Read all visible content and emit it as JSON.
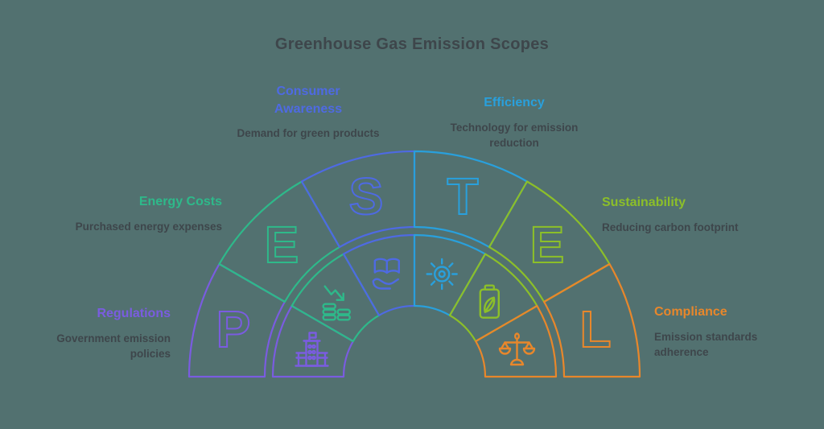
{
  "title": "Greenhouse Gas Emission Scopes",
  "acronym": "PESTEL",
  "colors": {
    "background": "#527170",
    "text_dark": "#3e464b",
    "purple": "#7a5ce0",
    "green": "#2eb98a",
    "blue": "#4e6ae3",
    "cyan": "#29a0dc",
    "lime": "#8cbf29",
    "orange": "#e8872b"
  },
  "segments": [
    {
      "letter": "P",
      "label": "Regulations",
      "description": "Government emission policies",
      "color": "#7a5ce0",
      "icon": "government-building-icon"
    },
    {
      "letter": "E",
      "label": "Energy Costs",
      "description": "Purchased energy expenses",
      "color": "#2eb98a",
      "icon": "declining-coins-icon"
    },
    {
      "letter": "S",
      "label": "Consumer Awareness",
      "description": "Demand for green products",
      "color": "#4e6ae3",
      "icon": "book-in-hand-icon"
    },
    {
      "letter": "T",
      "label": "Efficiency",
      "description": "Technology for emission reduction",
      "color": "#29a0dc",
      "icon": "sun-icon"
    },
    {
      "letter": "E",
      "label": "Sustainability",
      "description": "Reducing carbon footprint",
      "color": "#8cbf29",
      "icon": "eco-battery-icon"
    },
    {
      "letter": "L",
      "label": "Compliance",
      "description": "Emission standards adherence",
      "color": "#e8872b",
      "icon": "justice-scales-icon"
    }
  ]
}
